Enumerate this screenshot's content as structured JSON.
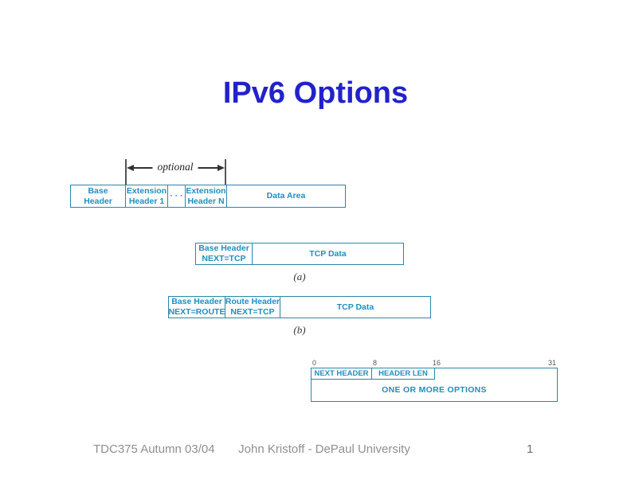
{
  "slide": {
    "title": "IPv6 Options",
    "footer": {
      "course": "TDC375 Autumn 03/04",
      "author": "John Kristoff - DePaul University",
      "page_number": "1"
    }
  },
  "colors": {
    "title_blue": "#2222cc",
    "diagram_ink": "#1e8fbe",
    "diagram_border": "#2b86a8",
    "footer_gray": "#8f8f8f"
  },
  "fig_datagram": {
    "optional_label": "optional",
    "boxes": [
      {
        "lines": [
          "Base",
          "Header"
        ]
      },
      {
        "lines": [
          "Extension",
          "Header 1"
        ]
      },
      {
        "lines": [
          "· · ·"
        ]
      },
      {
        "lines": [
          "Extension",
          "Header N"
        ]
      },
      {
        "lines": [
          "Data Area"
        ]
      }
    ]
  },
  "fig_a": {
    "caption": "(a)",
    "boxes": [
      {
        "lines": [
          "Base Header",
          "NEXT=TCP"
        ]
      },
      {
        "lines": [
          "TCP Data"
        ]
      }
    ]
  },
  "fig_b": {
    "caption": "(b)",
    "boxes": [
      {
        "lines": [
          "Base Header",
          "NEXT=ROUTE"
        ]
      },
      {
        "lines": [
          "Route Header",
          "NEXT=TCP"
        ]
      },
      {
        "lines": [
          "TCP Data"
        ]
      }
    ]
  },
  "fig_option_header": {
    "bit_labels": [
      "0",
      "8",
      "16",
      "31"
    ],
    "cells": {
      "next_header": "NEXT HEADER",
      "header_len": "HEADER LEN",
      "options": "ONE OR MORE OPTIONS"
    }
  }
}
